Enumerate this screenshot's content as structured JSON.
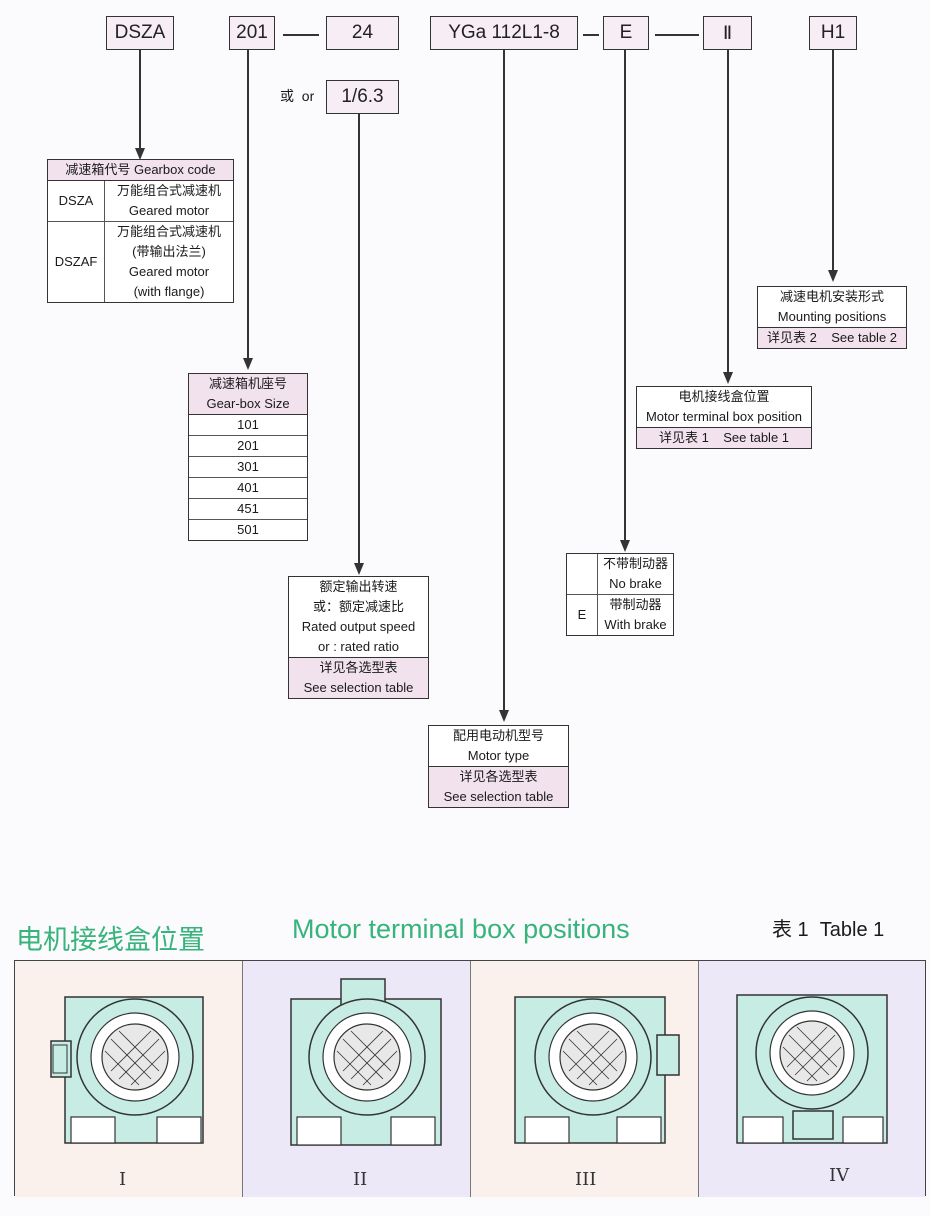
{
  "code": {
    "dsza": "DSZA",
    "size": "201",
    "ratio": "24",
    "motor": "YGa 112L1-8",
    "brake": "E",
    "terminal": "Ⅱ",
    "mount": "H1",
    "or_text": "或  or",
    "ratio_alt": "1/6.3"
  },
  "gearbox_code": {
    "header": "减速箱代号 Gearbox code",
    "rows": [
      {
        "key": "DSZA",
        "cn": "万能组合式减速机",
        "en": "Geared motor"
      },
      {
        "key": "DSZAF",
        "cn": "万能组合式减速机",
        "cn2": "(带输出法兰)",
        "en": "Geared motor",
        "en2": "(with flange)"
      }
    ]
  },
  "size_table": {
    "header_cn": "减速箱机座号",
    "header_en": "Gear-box Size",
    "sizes": [
      "101",
      "201",
      "301",
      "401",
      "451",
      "501"
    ]
  },
  "speed_table": {
    "l1": "额定输出转速",
    "l2": "或：额定减速比",
    "l3": "Rated output speed",
    "l4": "or :  rated ratio",
    "f1": "详见各选型表",
    "f2": "See selection table"
  },
  "motor_table": {
    "l1": "配用电动机型号",
    "l2": "Motor type",
    "f1": "详见各选型表",
    "f2": "See selection table"
  },
  "brake_table": {
    "r1_cn": "不带制动器",
    "r1_en": "No brake",
    "r2_key": "E",
    "r2_cn": "带制动器",
    "r2_en": "With brake"
  },
  "terminal_table": {
    "l1": "电机接线盒位置",
    "l2": "Motor terminal box position",
    "f": "详见表 1    See table 1"
  },
  "mount_table": {
    "l1": "减速电机安装形式",
    "l2": "Mounting positions",
    "f": "详见表 2    See table 2"
  },
  "positions": {
    "title_cn": "电机接线盒位置",
    "title_en": "Motor terminal box positions",
    "table_label": "表 1  Table 1",
    "labels": [
      "I",
      "II",
      "III",
      "IV"
    ]
  },
  "colors": {
    "housing": "#c6ece3",
    "title_green": "#37b47c",
    "panel_a": "#faf1ec",
    "panel_b": "#ece8f7"
  }
}
